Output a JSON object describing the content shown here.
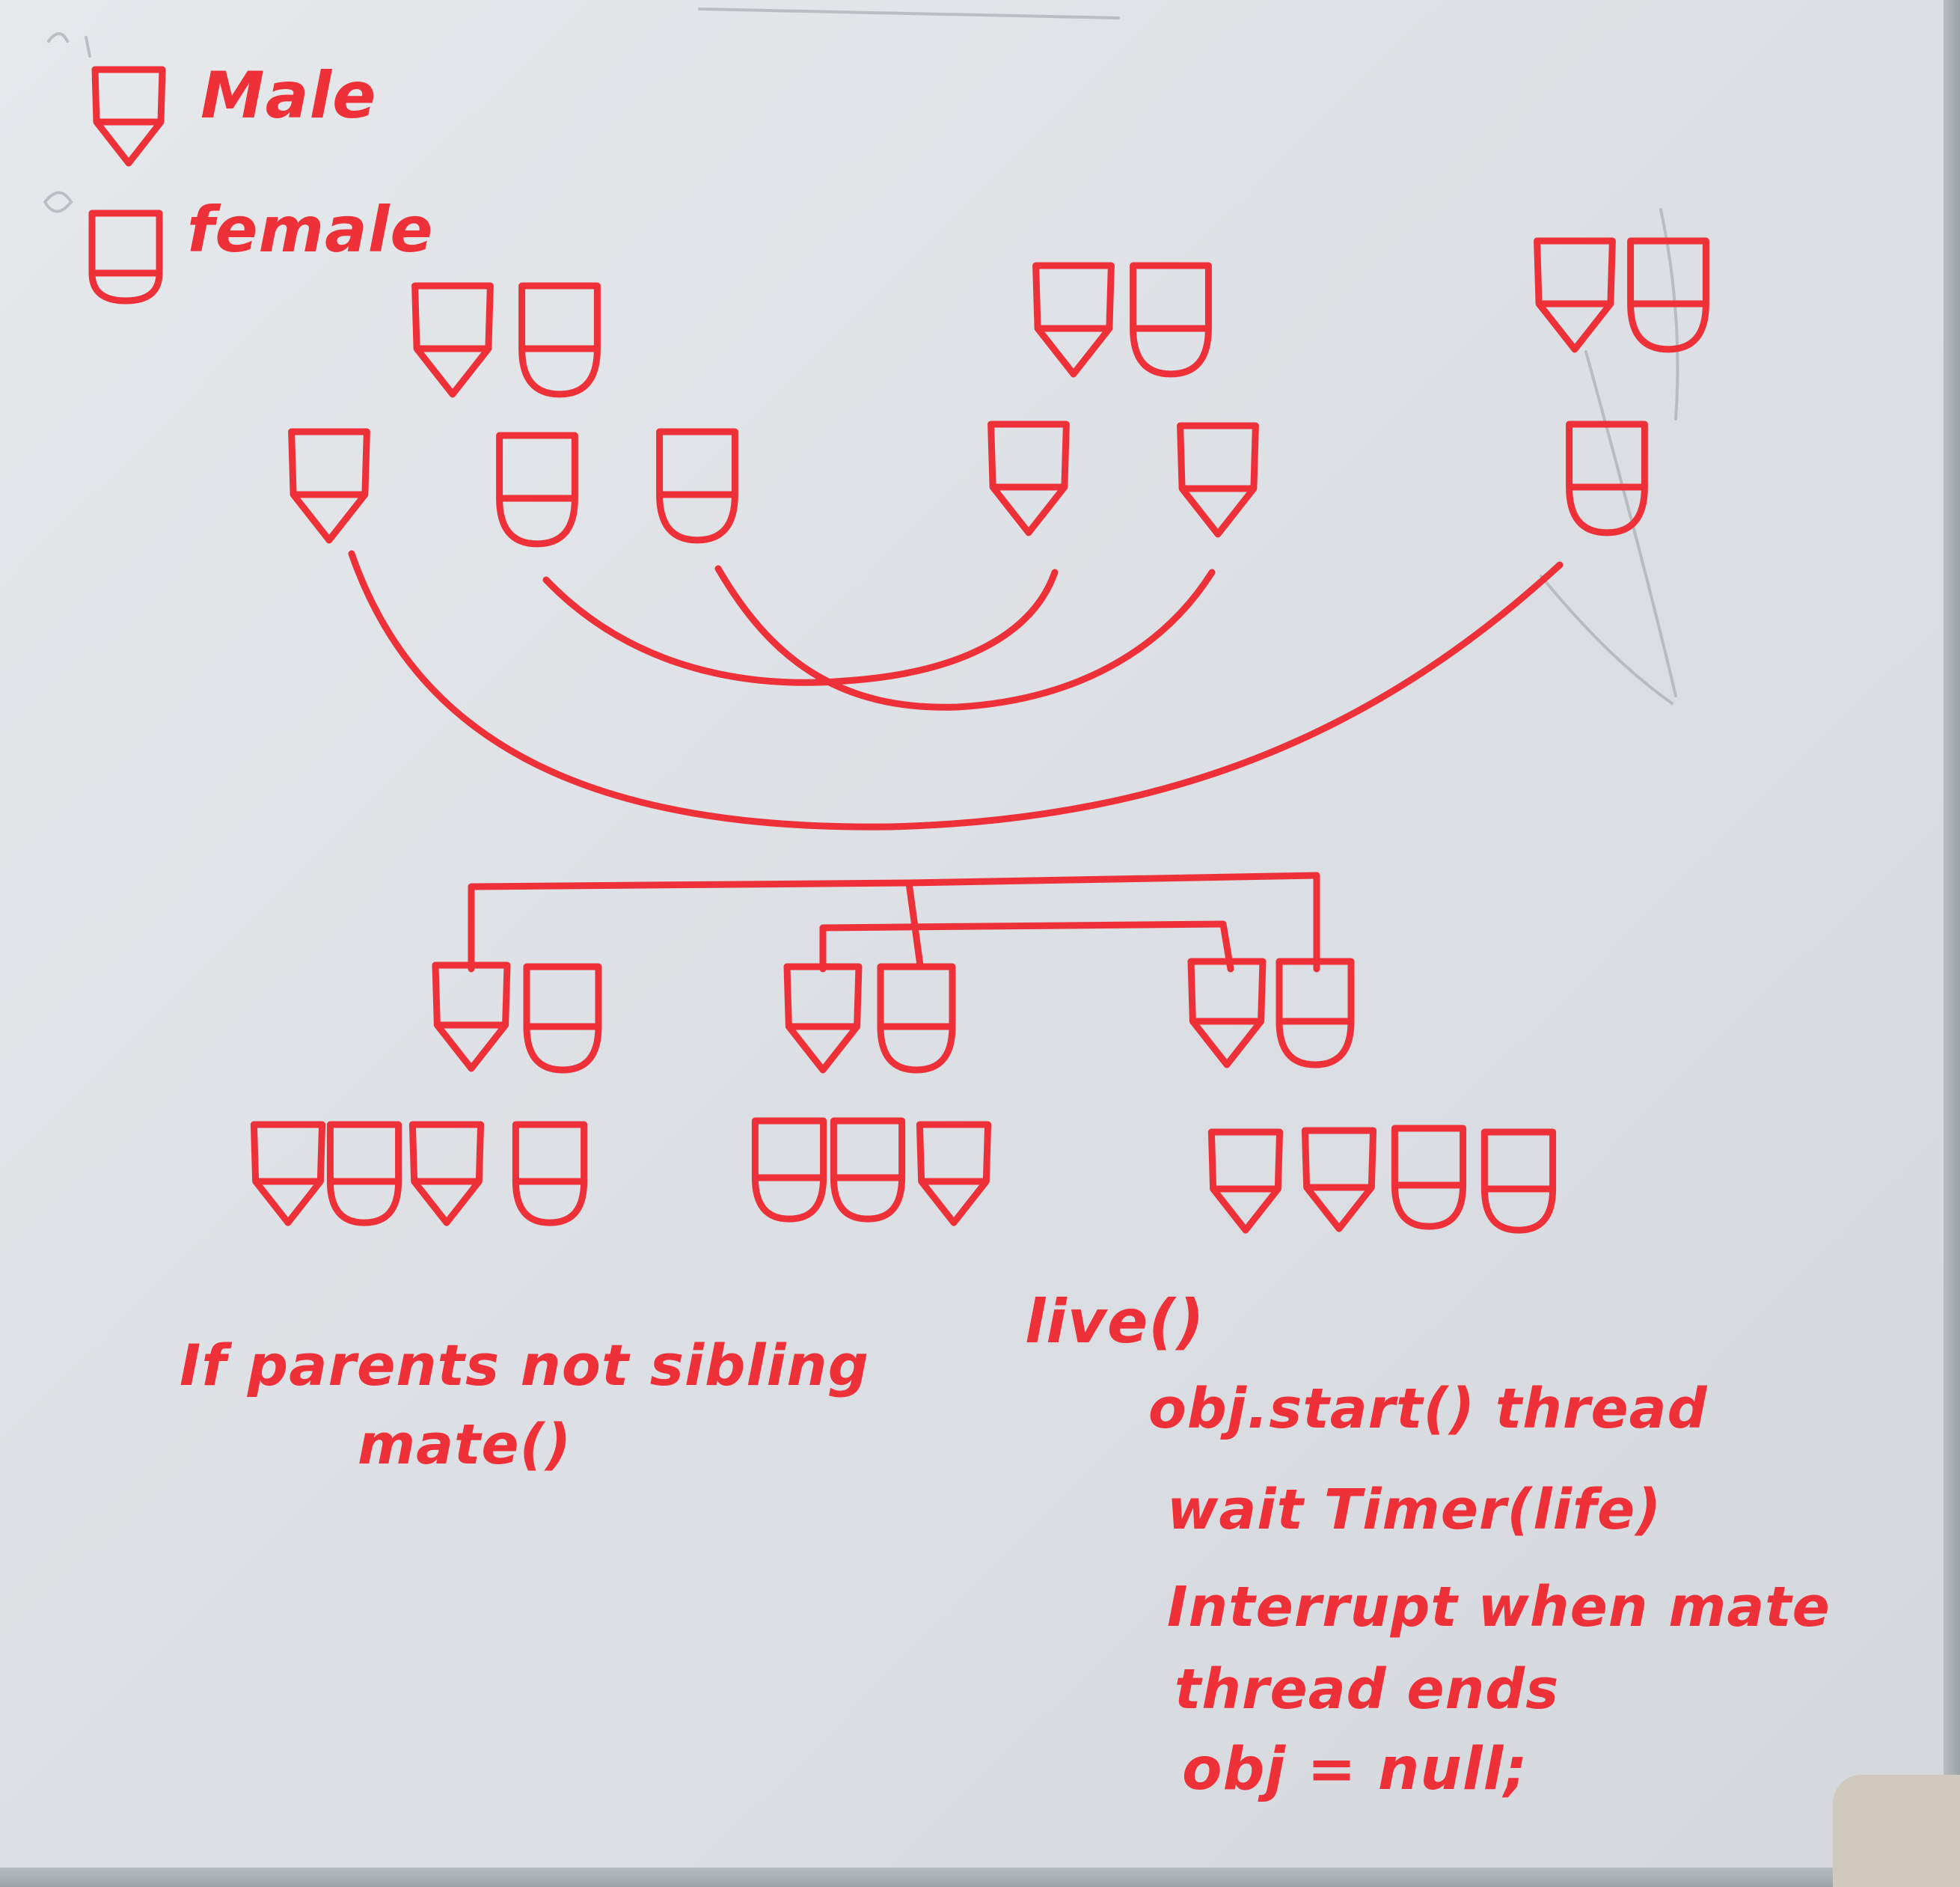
{
  "legend": {
    "male_label": "Male",
    "female_label": "female"
  },
  "notes": {
    "condition_line": "If parents not sibling",
    "mate_call": "mate()"
  },
  "code": {
    "live": "live()",
    "start": "obj.start() thread",
    "wait": "wait Timer(life)",
    "interrupt": "Interrupt when mate",
    "thread_ends": "thread ends",
    "null_assign": "obj = null;"
  },
  "colors": {
    "ink": "#ee3138",
    "board": "#e2e5e8"
  },
  "icons": {
    "male": "shield-with-pointed-base",
    "female": "shield-with-rounded-base"
  }
}
